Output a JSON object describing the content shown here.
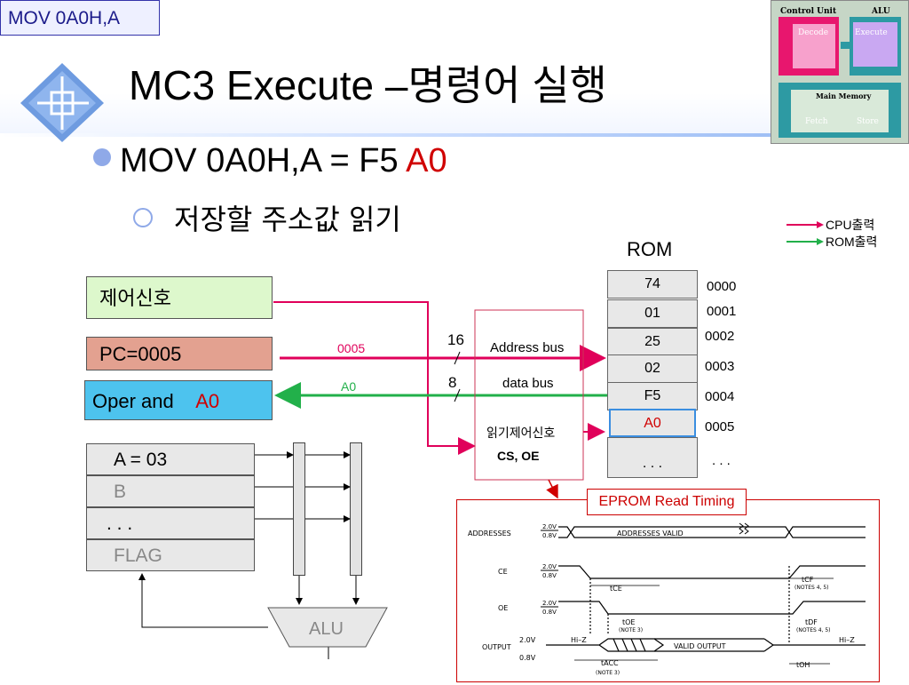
{
  "slide_tag": "MOV  0A0H,A",
  "title": "MC3 Execute –명령어 실행",
  "bullet1": {
    "text": "MOV 0A0H,A  = F5 ",
    "highlight": "A0"
  },
  "bullet2": "저장할 주소값 읽기",
  "legend": {
    "cpu": "CPU출력",
    "rom": "ROM출력",
    "cpu_color": "#e0005a",
    "rom_color": "#22b04a"
  },
  "cpu": {
    "control": "제어신호",
    "pc": "PC=0005",
    "oper": "Oper and",
    "oper_value": "A0",
    "registers": [
      "A = 03",
      "B",
      ". . .",
      "FLAG"
    ],
    "alu": "ALU"
  },
  "buses": {
    "addr_bits": "16",
    "data_bits": "8",
    "addr_value": "0005",
    "data_value": "A0",
    "address_bus": "Address bus",
    "data_bus": "data bus",
    "read_ctrl": "읽기제어신호",
    "cs_oe": "CS, OE"
  },
  "rom": {
    "title": "ROM",
    "cells": [
      "74",
      "01",
      "25",
      "02",
      "F5",
      "A0",
      ". . ."
    ],
    "addresses": [
      "0000",
      "0001",
      "0002",
      "0003",
      "0004",
      "0005",
      ". . ."
    ]
  },
  "timing": {
    "title": "EPROM Read Timing",
    "rows": [
      "ADDRESSES",
      "CE",
      "OE",
      "OUTPUT"
    ],
    "levels": [
      "2.0V",
      "0.8V"
    ],
    "out_levels": [
      "2.0V",
      "0.8V"
    ],
    "addr_valid": "ADDRESSES VALID",
    "valid_output": "VALID OUTPUT",
    "hiz": "Hi–Z",
    "tce": "tCE",
    "tcf": "tCF",
    "tcf_note": "(NOTES 4, 5)",
    "toe": "tOE",
    "toe_note": "(NOTE 3)",
    "tdf": "tDF",
    "tdf_note": "(NOTES 4, 5)",
    "tacc": "tACC",
    "tacc_note": "(NOTE 3)",
    "toh": "tOH"
  },
  "logo": {
    "control_unit": "Control Unit",
    "alu": "ALU",
    "decode": "Decode",
    "execute": "Execute",
    "main_memory": "Main Memory",
    "fetch": "Fetch",
    "store": "Store"
  }
}
